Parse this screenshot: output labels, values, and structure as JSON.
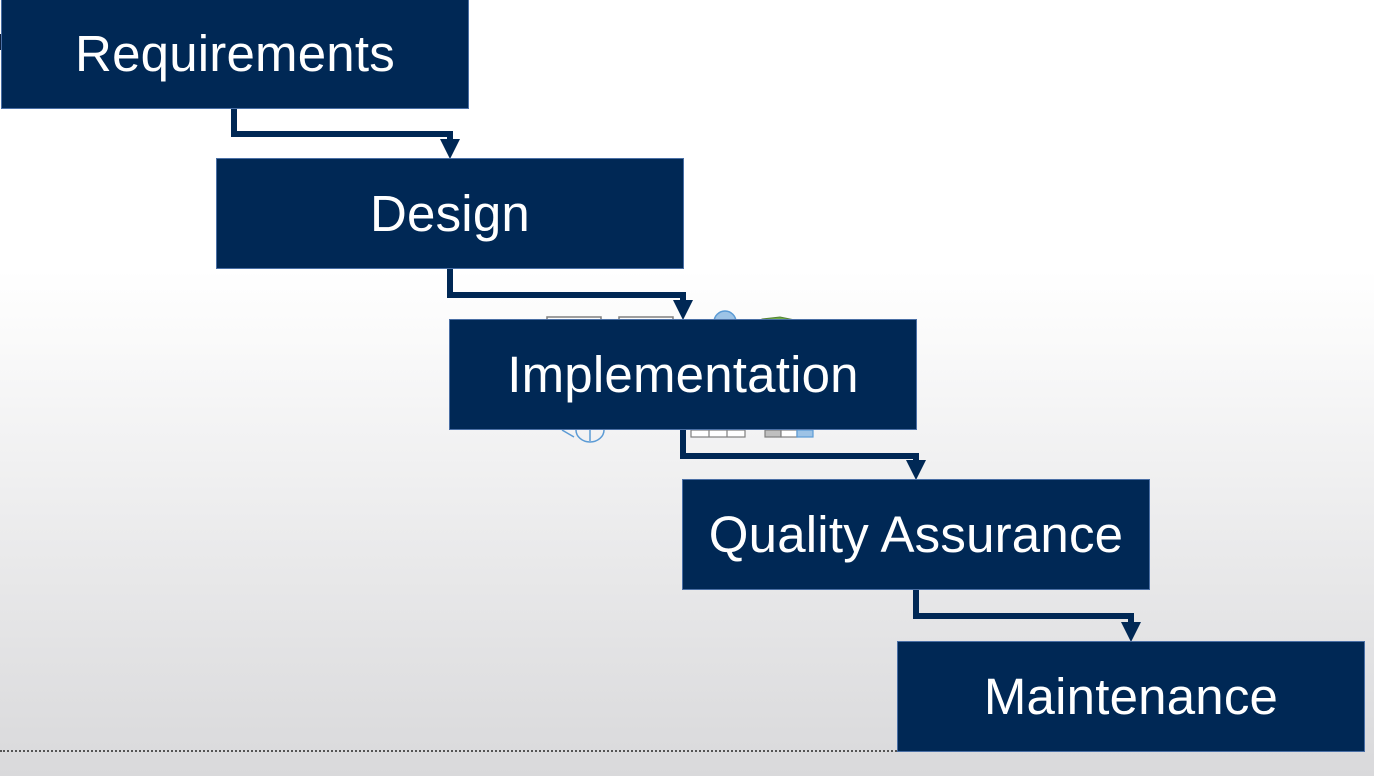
{
  "diagram": {
    "phases": [
      {
        "label": "Requirements"
      },
      {
        "label": "Design"
      },
      {
        "label": "Implementation"
      },
      {
        "label": "Quality Assurance"
      },
      {
        "label": "Maintenance"
      }
    ],
    "colors": {
      "box_fill": "#002855",
      "box_border": "#4a6fa5",
      "connector": "#002855",
      "text": "#ffffff",
      "background_top": "#ffffff",
      "background_bottom": "#d9d9db"
    }
  }
}
